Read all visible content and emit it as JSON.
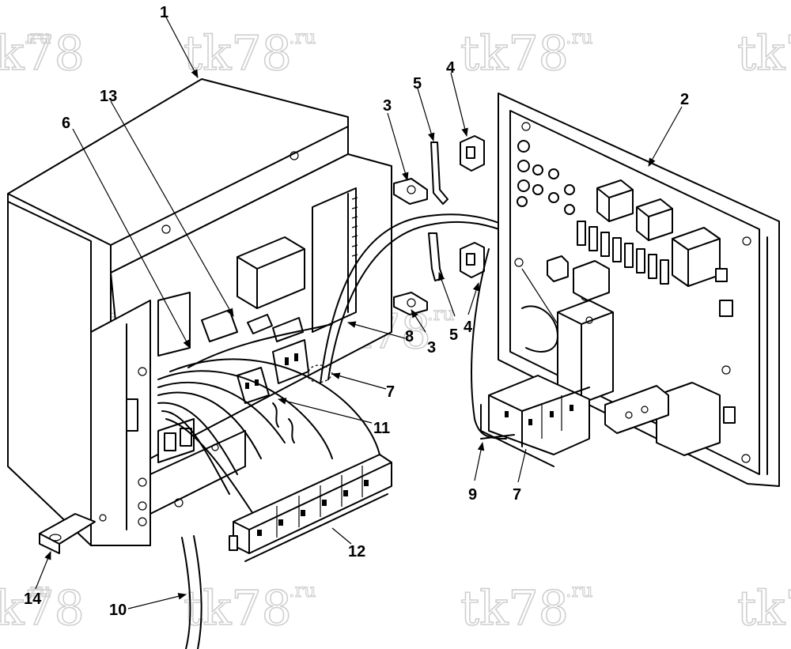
{
  "watermark": {
    "main": "tk78",
    "suffix": ".ru"
  },
  "callouts": [
    {
      "id": "1",
      "text": "1"
    },
    {
      "id": "2",
      "text": "2"
    },
    {
      "id": "3a",
      "text": "3"
    },
    {
      "id": "3b",
      "text": "3"
    },
    {
      "id": "4a",
      "text": "4"
    },
    {
      "id": "4b",
      "text": "4"
    },
    {
      "id": "5a",
      "text": "5"
    },
    {
      "id": "5b",
      "text": "5"
    },
    {
      "id": "6",
      "text": "6"
    },
    {
      "id": "7a",
      "text": "7"
    },
    {
      "id": "7b",
      "text": "7"
    },
    {
      "id": "8",
      "text": "8"
    },
    {
      "id": "9",
      "text": "9"
    },
    {
      "id": "10",
      "text": "10"
    },
    {
      "id": "11",
      "text": "11"
    },
    {
      "id": "12",
      "text": "12"
    },
    {
      "id": "13",
      "text": "13"
    },
    {
      "id": "14",
      "text": "14"
    }
  ]
}
